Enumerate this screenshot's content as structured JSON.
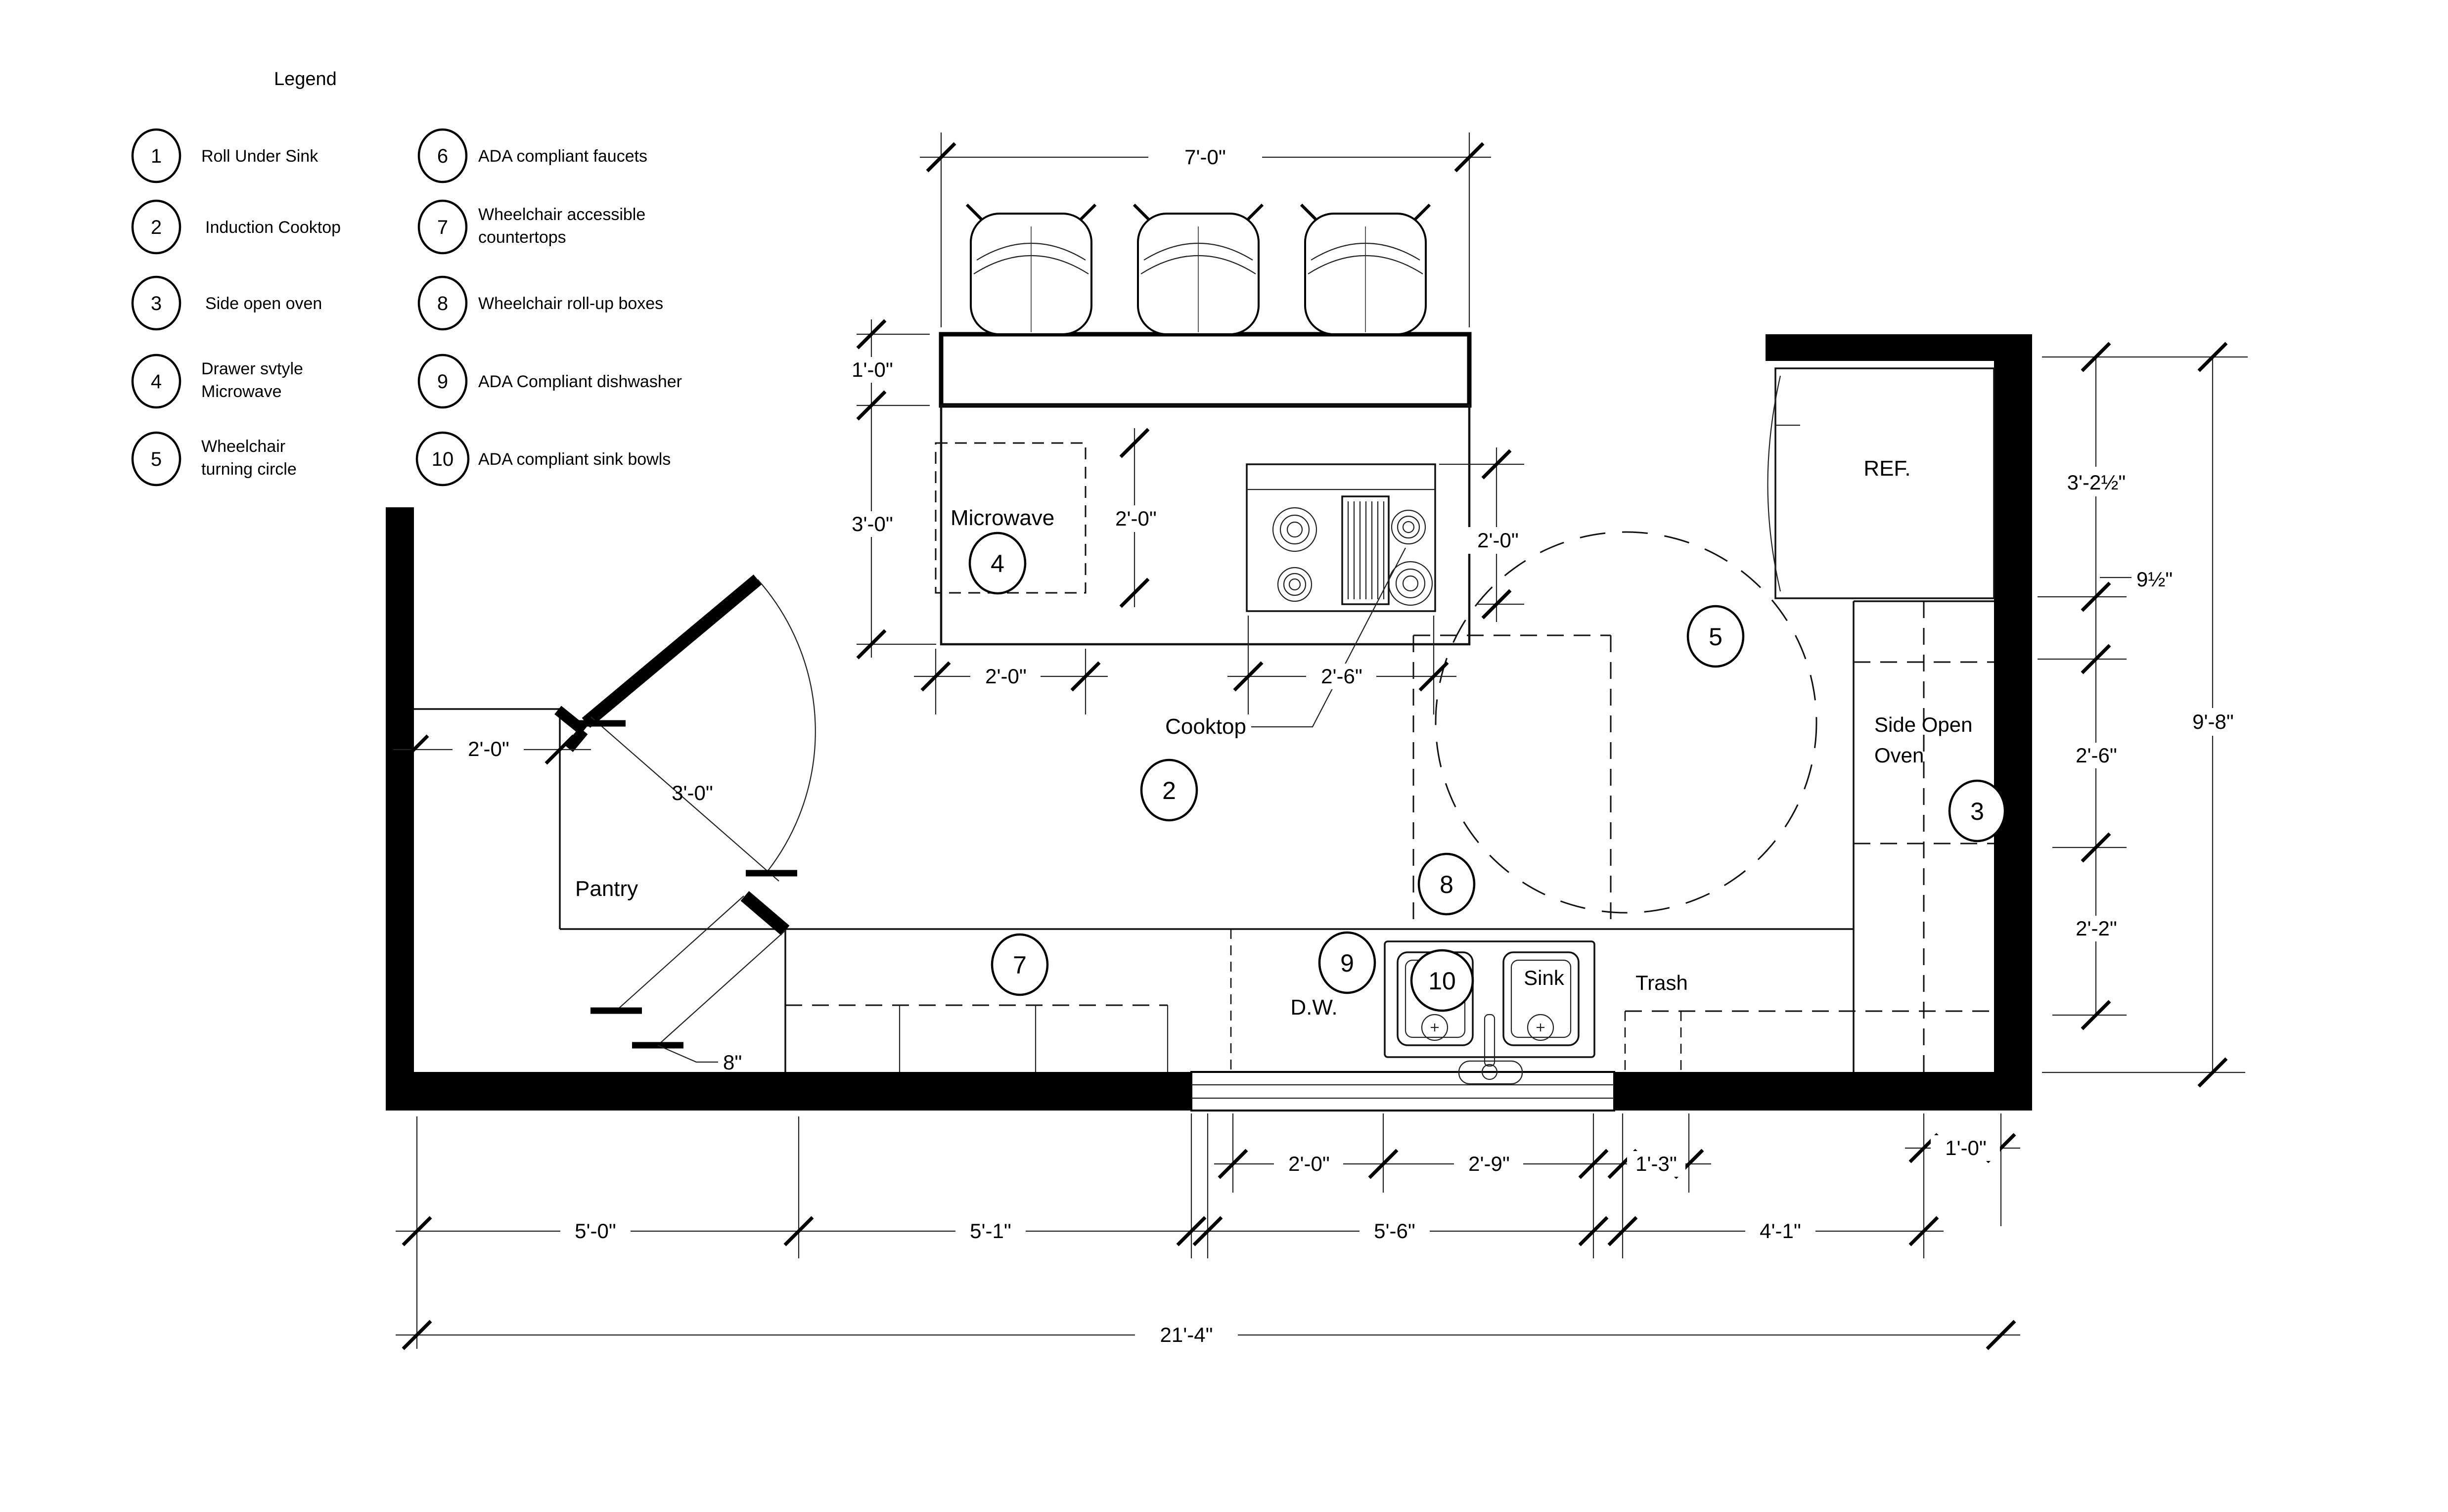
{
  "legend": {
    "title": "Legend",
    "items": [
      {
        "num": "1",
        "line1": "Roll Under Sink",
        "line2": ""
      },
      {
        "num": "2",
        "line1": "Induction Cooktop",
        "line2": ""
      },
      {
        "num": "3",
        "line1": "Side open oven",
        "line2": ""
      },
      {
        "num": "4",
        "line1": "Drawer svtyle",
        "line2": "Microwave"
      },
      {
        "num": "5",
        "line1": "Wheelchair",
        "line2": "turning circle"
      },
      {
        "num": "6",
        "line1": "ADA compliant faucets",
        "line2": ""
      },
      {
        "num": "7",
        "line1": "Wheelchair accessible",
        "line2": "countertops"
      },
      {
        "num": "8",
        "line1": "Wheelchair roll-up boxes",
        "line2": ""
      },
      {
        "num": "9",
        "line1": "ADA Compliant dishwasher",
        "line2": ""
      },
      {
        "num": "10",
        "line1": "ADA compliant sink bowls",
        "line2": ""
      }
    ]
  },
  "plan": {
    "rooms": {
      "pantry": "Pantry"
    },
    "appliances": {
      "microwave": "Microwave",
      "cooktop": "Cooktop",
      "ref": "REF.",
      "oven_line1": "Side Open",
      "oven_line2": "Oven",
      "dw": "D.W.",
      "sink": "Sink",
      "trash": "Trash"
    },
    "callouts": {
      "c2": "2",
      "c3": "3",
      "c4": "4",
      "c5": "5",
      "c7": "7",
      "c8": "8",
      "c9": "9",
      "c10": "10"
    },
    "dims": {
      "island_width": "7'-0\"",
      "counter_overhang": "1'-0\"",
      "island_depth": "3'-0\"",
      "microwave_clear": "2'-0\"",
      "cooktop_clear": "2'-0\"",
      "microwave_width": "2'-0\"",
      "cooktop_width": "2'-6\"",
      "pantry_counter_depth": "2'-0\"",
      "pantry_door_width": "3'-0\"",
      "door_wall_offset": "8\"",
      "dishwasher_width": "2'-0\"",
      "sink_width": "2'-9\"",
      "trash_width": "1'-3\"",
      "oven_cabinet_width": "1'-0\"",
      "wall_run_1": "5'-0\"",
      "wall_run_2": "5'-1\"",
      "wall_run_3": "5'-6\"",
      "wall_run_4": "4'-1\"",
      "overall_width": "21'-4\"",
      "ref_space": "3'-2½\"",
      "ref_gap": "9½\"",
      "oven_counter_depth": "2'-6\"",
      "counter_depth_right": "2'-2\"",
      "overall_depth": "9'-8\""
    }
  }
}
